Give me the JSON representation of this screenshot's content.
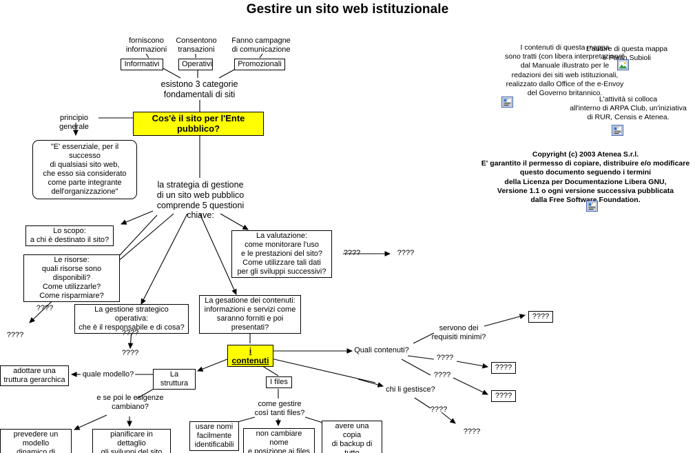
{
  "title": "Gestire un sito web istituzionale",
  "colors": {
    "highlight": "#ffff00",
    "background": "#ffffff",
    "stroke": "#000000",
    "icon_border": "#3b5fa8"
  },
  "nodes": {
    "forniscono": "forniscono\ninformazioni",
    "consentono": "Consentono\ntransazioni",
    "fanno_campagne": "Fanno campagne\ndi comunicazione",
    "informativi": "Informativi",
    "operativi": "Operativi",
    "promozionali": "Promozionali",
    "esistono_3": "esistono 3 categorie\nfondamentali di siti",
    "root": "Cos'è il sito per l'Ente pubblico?",
    "principio_generale": "principio generale",
    "essenziale": "\"E' essenziale, per il successo\ndi qualsiasi sito web,\nche esso sia considerato\ncome parte integrante\ndell'organizzazione\"",
    "strategia": "la strategia di gestione\ndi un sito web pubblico\ncomprende 5 questioni chiave:",
    "lo_scopo": "Lo scopo:\na chi è destinato il sito?",
    "le_risorse": "Le risorse:\nquali risorse sono disponibili?\nCome utilizzarle?\nCome risparmiare?",
    "risorse_link": "????",
    "risorse_target": "????",
    "gestione_strategica": "La gestione strategico operativa:\nche è il responsabile e di cosa?",
    "gestione_link": "????",
    "gestione_target": "????",
    "la_valutazione": "La valutazione:\ncome monitorare l'uso\ne le prestazioni del sito?\nCome utilizzare tali dati\nper gli sviluppi successivi?",
    "valutazione_link": "????",
    "valutazione_target": "????",
    "gesatione_contenuti": "La gesatione dei contenuti:\ninformazioni e servizi come\nsaranno forniti e poi presentati?",
    "i_contenuti": "i contenuti",
    "quali_contenuti": "Quali contenuti?",
    "servono_requisiti": "servono dei\nrequisiti minimi?",
    "requisiti_target": "????",
    "quali_link_2": "????",
    "quali_target_2": "????",
    "quali_link_3": "????",
    "quali_target_3": "????",
    "chi_li_gestisce": "chi li gestisce?",
    "chi_link": "????",
    "chi_target": "????",
    "la_struttura": "La struttura",
    "quale_modello": "quale modello?",
    "adottare": "adottare una\ntruttura gerarchica",
    "esigenze_cambiano": "e se poi le esigenze\ncambiano?",
    "prevedere": "prevedere un modello\ndinamico di gestione",
    "pianificare": "pianificare in dettaglio\ngli sviluppi del sito",
    "i_files": "I files",
    "come_gestire": "come gestire\ncosì tanti files?",
    "usare_nomi": "usare nomi\nfacilmente\nidentificabili",
    "non_cambiare": "non cambiare nome\ne posizione ai files",
    "avere_copia": "avere una copia\ndi backup di tutto\nil sito"
  },
  "notes": {
    "contenuti_mappa": "I contenuti di questa mappa\nsono tratti (con libera interpretazione)\ndal Manuale illustrato per le\nredazioni dei siti web istituzionali,\nrealizzato dallo Office of the e-Envoy\ndel Governo britannico.",
    "autore": "L'autore di questa mappa\nè Paolo Subioli",
    "attivita": "L'attività si colloca\nall'interno di ARPA Club, un'iniziativa\ndi RUR, Censis e Atenea.",
    "copyright": "Copyright (c)  2003 Atenea S.r.l.\nE' garantito il permesso di copiare, distribuire e/o modificare\nquesto documento seguendo i termini\ndella Licenza per Documentazione Libera GNU,\nVersione 1.1 o ogni versione successiva pubblicata\ndalla Free Software Foundation."
  },
  "icons": {
    "document_icon": "document-icon",
    "picture_icon": "picture-icon"
  }
}
